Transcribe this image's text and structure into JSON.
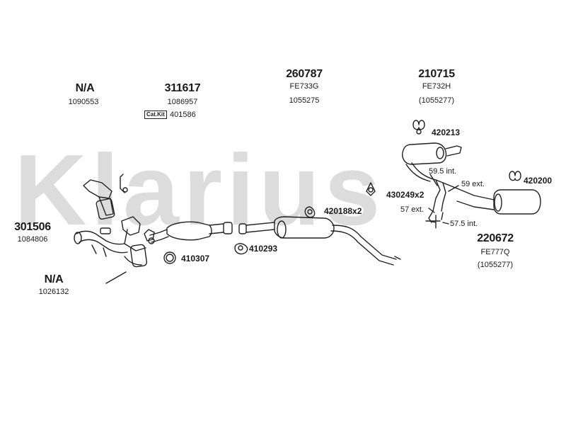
{
  "watermark": "Klarius",
  "groups": [
    {
      "part": "N/A",
      "subs": [
        "1090553"
      ]
    },
    {
      "part": "311617",
      "subs": [
        "1086957"
      ]
    },
    {
      "part": "260787",
      "subs": [
        "FE733G",
        "1055275"
      ]
    },
    {
      "part": "210715",
      "subs": [
        "FE732H",
        "(1055277)"
      ]
    },
    {
      "part": "301506",
      "subs": [
        "1084806"
      ]
    },
    {
      "part": "N/A",
      "subs": [
        "1026132"
      ]
    },
    {
      "part": "220672",
      "subs": [
        "FE777Q",
        "(1055277)"
      ]
    }
  ],
  "catkit": {
    "label": "Cat.Kit",
    "part": "401586"
  },
  "fittings": [
    "420213",
    "420200",
    "430249x2",
    "420188x2",
    "410307",
    "410293"
  ],
  "measurements": [
    "59.5 int.",
    "59 ext.",
    "57 ext.",
    "57.5 int."
  ],
  "colors": {
    "watermark": "#dcdcdc",
    "line": "#222222",
    "text": "#1a1a1a"
  }
}
